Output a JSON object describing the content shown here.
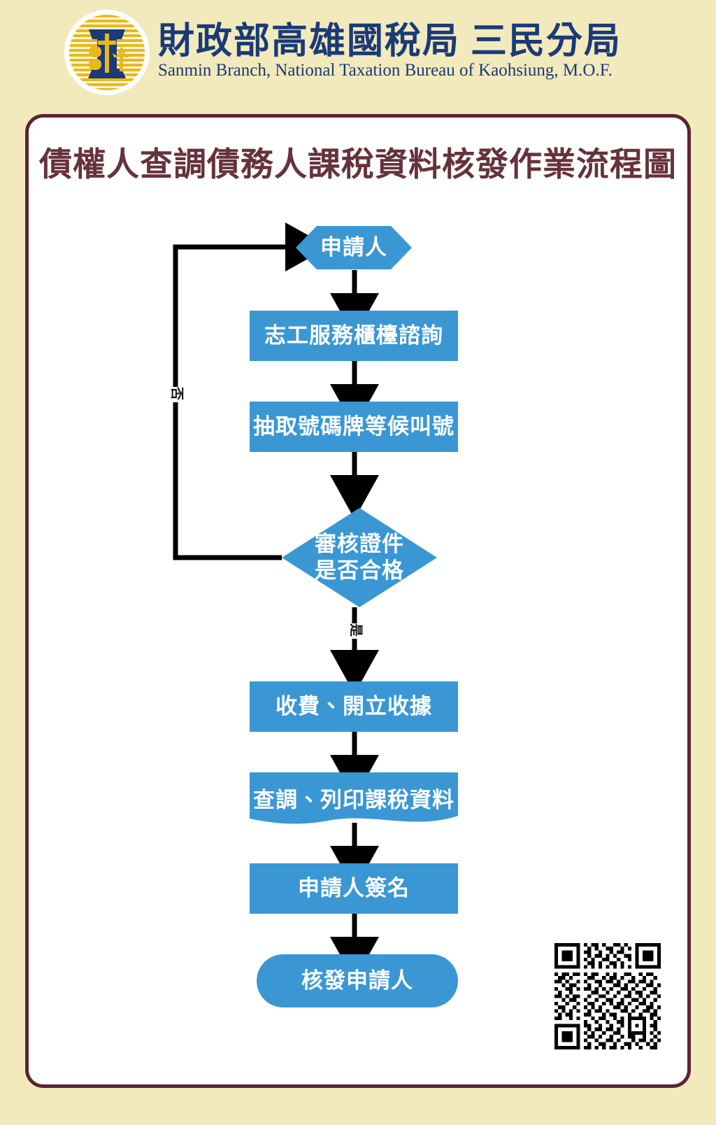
{
  "header": {
    "logo_icon": "national-taxation-bureau-emblem-icon",
    "org_name_zh": "財政部高雄國稅局 三民分局",
    "org_name_en": "Sanmin Branch, National Taxation Bureau of Kaohsiung, M.O.F."
  },
  "card": {
    "title": "債權人查調債務人課稅資料核發作業流程圖"
  },
  "colors": {
    "page_background": "#f2eabc",
    "card_background": "#ffffff",
    "card_border": "#5c2433",
    "title_text": "#66323c",
    "node_fill": "#3a97d4",
    "node_text": "#ffffff",
    "connector": "#000000",
    "logo_blue": "#1a3a78",
    "logo_gold": "#e8b81d"
  },
  "chart_data": {
    "type": "diagram",
    "diagram_kind": "flowchart",
    "title": "債權人查調債務人課稅資料核發作業流程圖",
    "orientation": "top-to-bottom",
    "nodes": [
      {
        "id": "n1",
        "label": "申請人",
        "shape": "hexagon"
      },
      {
        "id": "n2",
        "label": "志工服務櫃檯諮詢",
        "shape": "rectangle"
      },
      {
        "id": "n3",
        "label": "抽取號碼牌等候叫號",
        "shape": "rectangle"
      },
      {
        "id": "n4",
        "label": "審核證件\n是否合格",
        "shape": "diamond"
      },
      {
        "id": "n5",
        "label": "收費、開立收據",
        "shape": "rectangle"
      },
      {
        "id": "n6",
        "label": "查調、列印課稅資料",
        "shape": "document"
      },
      {
        "id": "n7",
        "label": "申請人簽名",
        "shape": "rectangle"
      },
      {
        "id": "n8",
        "label": "核發申請人",
        "shape": "stadium"
      }
    ],
    "edges": [
      {
        "from": "n1",
        "to": "n2",
        "label": ""
      },
      {
        "from": "n2",
        "to": "n3",
        "label": ""
      },
      {
        "from": "n3",
        "to": "n4",
        "label": ""
      },
      {
        "from": "n4",
        "to": "n1",
        "label": "否"
      },
      {
        "from": "n4",
        "to": "n5",
        "label": "是"
      },
      {
        "from": "n5",
        "to": "n6",
        "label": ""
      },
      {
        "from": "n6",
        "to": "n7",
        "label": ""
      },
      {
        "from": "n7",
        "to": "n8",
        "label": ""
      }
    ]
  },
  "qr": {
    "name": "qr-code",
    "alt": "QR code"
  }
}
